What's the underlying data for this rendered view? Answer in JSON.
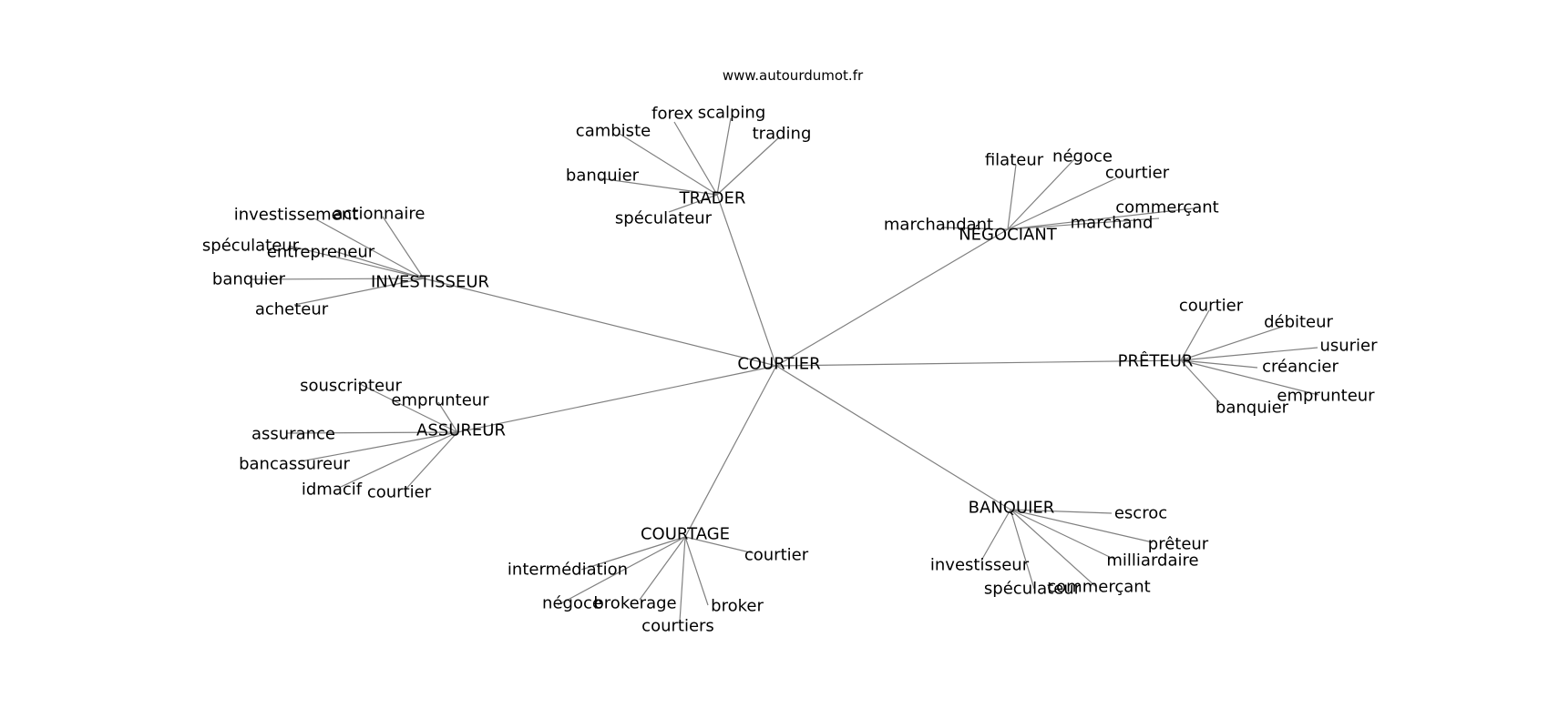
{
  "source_text": "www.autourdumot.fr",
  "center": "COURTIER",
  "hubs": [
    {
      "label": "TRADER",
      "words": [
        "cambiste",
        "forex",
        "scalping",
        "trading",
        "banquier",
        "spéculateur"
      ]
    },
    {
      "label": "NÉGOCIANT",
      "words": [
        "filateur",
        "négoce",
        "courtier",
        "commerçant",
        "marchand",
        "marchandant"
      ]
    },
    {
      "label": "INVESTISSEUR",
      "words": [
        "investissement",
        "actionnaire",
        "spéculateur",
        "entrepreneur",
        "banquier",
        "acheteur"
      ]
    },
    {
      "label": "PRÊTEUR",
      "words": [
        "courtier",
        "débiteur",
        "usurier",
        "créancier",
        "emprunteur",
        "banquier"
      ]
    },
    {
      "label": "ASSUREUR",
      "words": [
        "souscripteur",
        "emprunteur",
        "assurance",
        "bancassureur",
        "idmacif",
        "courtier"
      ]
    },
    {
      "label": "COURTAGE",
      "words": [
        "intermédiation",
        "courtier",
        "négoce",
        "brokerage",
        "courtiers",
        "broker"
      ]
    },
    {
      "label": "BANQUIER",
      "words": [
        "escroc",
        "prêteur",
        "milliardaire",
        "investisseur",
        "spéculateur",
        "commerçant"
      ]
    }
  ]
}
